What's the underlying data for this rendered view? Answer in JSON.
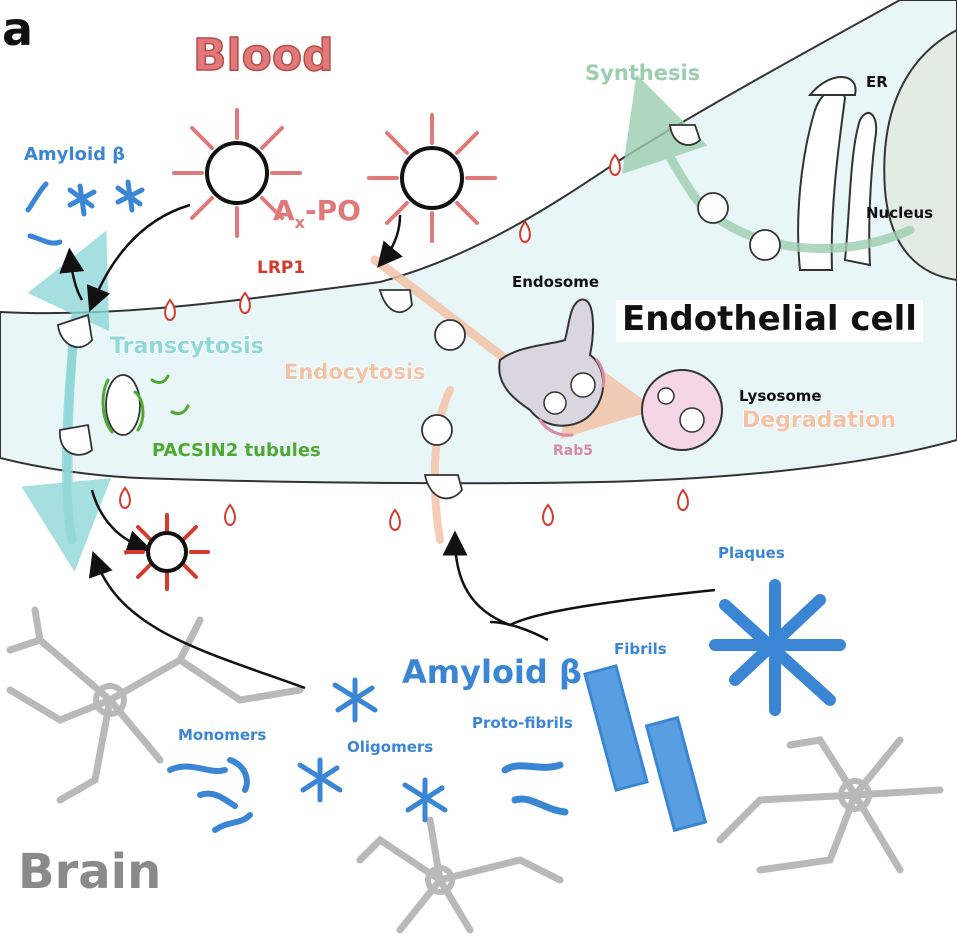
{
  "panel_letter": "a",
  "regions": {
    "blood": "Blood",
    "brain": "Brain"
  },
  "cell": {
    "title": "Endothelial cell",
    "er": "ER",
    "nucleus": "Nucleus",
    "endosome": "Endosome",
    "lysosome": "Lysosome",
    "rab5": "Rab5"
  },
  "processes": {
    "synthesis": "Synthesis",
    "transcytosis": "Transcytosis",
    "endocytosis": "Endocytosis",
    "degradation": "Degradation",
    "pacsin2": "PACSIN2 tubules"
  },
  "molecules": {
    "amyloid_blood": "Amyloid β",
    "ax_po_main": "A",
    "ax_po_sub": "x",
    "ax_po_tail": "-PO",
    "lrp1": "LRP1"
  },
  "amyloid_species": {
    "title": "Amyloid β",
    "monomers": "Monomers",
    "oligomers": "Oligomers",
    "protofibrils": "Proto-fibrils",
    "fibrils": "Fibrils",
    "plaques": "Plaques"
  },
  "colors": {
    "blood_red": "#e07a7a",
    "lrp1_red": "#d43b2f",
    "amyloid_blue": "#3a86d4",
    "transcytosis_teal": "#8fd8d8",
    "endocytosis_peach": "#f3c3a8",
    "synthesis_green": "#9ccdae",
    "pacsin_green": "#4fa832",
    "cell_fill": "#e8f6f8",
    "nucleus_fill": "#e3ece3",
    "lysosome_fill": "#f4d6e6",
    "endosome_fill": "#d9d6df",
    "neuron_gray": "#b9b9b9"
  }
}
